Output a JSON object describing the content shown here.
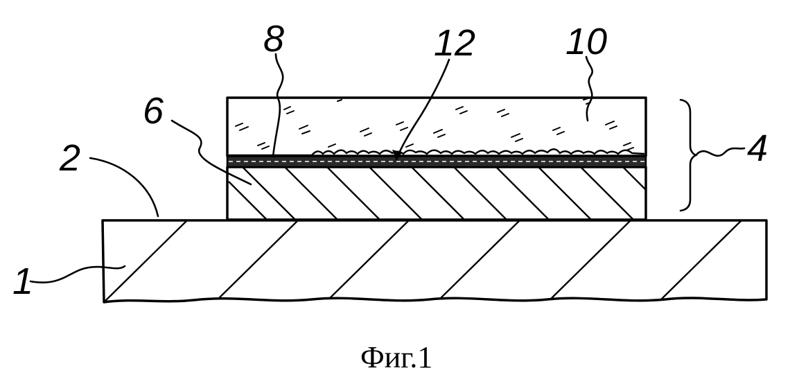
{
  "figure": {
    "caption": "Фиг.1",
    "labels": {
      "substrate": "1",
      "surface": "2",
      "stack": "4",
      "layer_6": "6",
      "layer_8": "8",
      "layer_10": "10",
      "interface_12": "12"
    }
  }
}
